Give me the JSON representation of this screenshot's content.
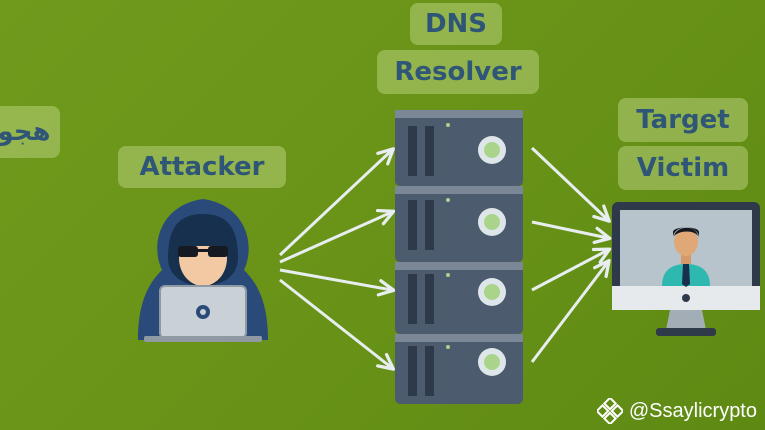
{
  "labels": {
    "side_text": "هجو",
    "dns": "DNS",
    "resolver": "Resolver",
    "attacker": "Attacker",
    "target": "Target",
    "victim": "Victim"
  },
  "watermark": {
    "handle": "@Ssaylicrypto",
    "logo_icon": "binance-logo-icon"
  },
  "colors": {
    "background": "#6a9418",
    "label_text": "#2f5676",
    "server_body": "#4d5b6e",
    "server_light": "#a9d48a",
    "hood": "#2a4a7a",
    "arrow": "#e8eef0"
  }
}
